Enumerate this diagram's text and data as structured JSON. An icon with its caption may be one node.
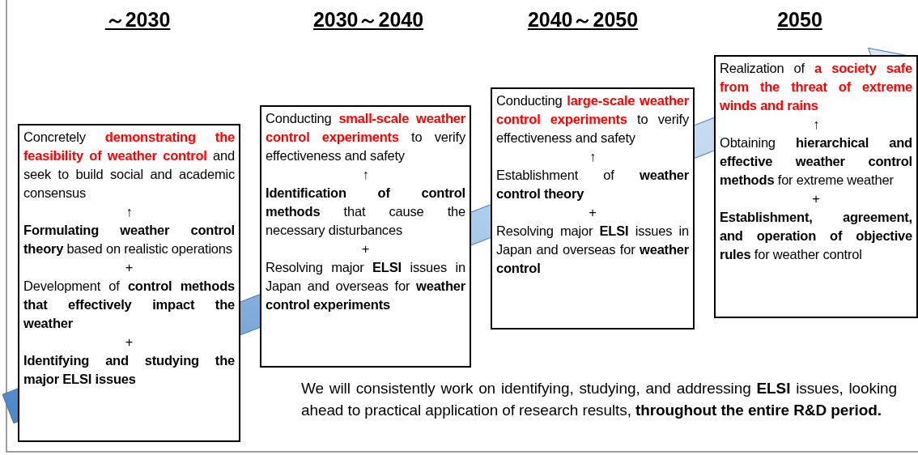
{
  "diagram": {
    "nodes": [
      {
        "text": [
          "Concretely *demonstrating the feasibility of weather control* and seek to build social and academic consensus",
          "↑",
          "**Formulating weather control theory** based on realistic operations",
          "+",
          "Development of **control methods that effectively impact the weather**",
          "+",
          "**Identifying and studying the major ELSI issues**"
        ]
      },
      {
        "text": [
          "Conducting *small-scale weather control experiments* to verify effectiveness and safety",
          "↑",
          "**Identification of control methods** that cause the necessary disturbances",
          "+",
          "Resolving major **ELSI** issues in Japan and overseas for **weather control experiments**"
        ]
      },
      {
        "text": [
          "Conducting *large-scale weather control experiments* to verify effectiveness and safety",
          "↑",
          "Establishment of **weather control theory**",
          "+",
          "Resolving major **ELSI** issues in Japan and overseas for **weather control**"
        ]
      },
      {
        "text": [
          "Realization of *a society safe from the threat of extreme winds and rains*",
          "↑",
          "Obtaining **hierarchical and effective weather control methods** for extreme weather",
          "+",
          "**Establishment, agreement, and operation of objective rules** for weather control"
        ]
      }
    ],
    "edges": [
      {
        "from": 0,
        "to": 3,
        "arrow": "to"
      }
    ],
    "labels": [
      "～2030",
      "2030～2040",
      "2040～2050",
      "2050",
      "We will consistently work on identifying, studying, and addressing **ELSI** issues, looking ahead to practical application of research results, **throughout the entire R&D period.**"
    ]
  }
}
